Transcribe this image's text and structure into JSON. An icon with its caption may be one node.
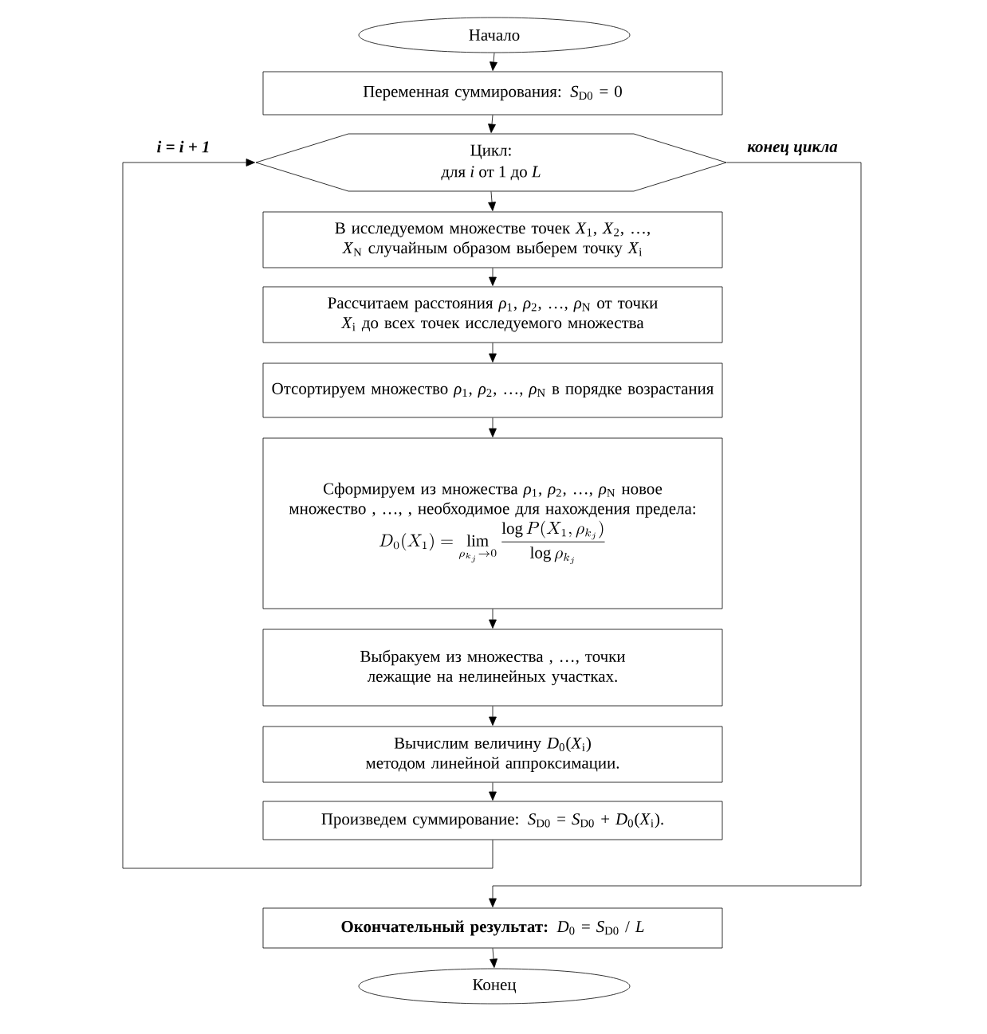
{
  "diagram": {
    "nodes": [
      {
        "text": [
          "Начало"
        ]
      },
      {
        "text": [
          "Переменная суммирования: *S*$_{D0}$ = 0"
        ]
      },
      {
        "text": [
          "Цикл:",
          "для *i* от 1 до *L*"
        ]
      },
      {
        "text": [
          "В исследуемом множестве точек *X*$_{1}$, *X*$_{2}$, …, *X*$_{N}$ случайным образом выберем точку *X*$_{i}$"
        ]
      },
      {
        "text": [
          "Рассчитаем расстояния *ρ*$_{1}$, *ρ*$_{2}$, …, *ρ*$_{N}$ от точки *X*$_{i}$ до всех точек исследуемого множества"
        ]
      },
      {
        "text": [
          "Отсортируем множество *ρ*$_{1}$, *ρ*$_{2}$, …, *ρ*$_{N}$ в порядке возрастания"
        ]
      },
      {
        "text": [
          "Сформируем из множества *ρ*$_{1}$, *ρ*$_{2}$, …, *ρ*$_{N}$ новое множество , …, , необходимое для нахождения предела:",
          "D_0(X_1) = \\lim_{\\rho_{k_j} \\to 0} \\frac{\\log P(X_1, \\rho_{k_j})}{\\log \\rho_{k_j}}"
        ]
      },
      {
        "text": [
          "Выбракуем из множества , …, точки лежащие на нелинейных участках."
        ]
      },
      {
        "text": [
          "Вычислим величину *D*$_{0}$(*X*$_{i}$) методом линейной аппроксимации."
        ]
      },
      {
        "text": [
          "Произведем суммирование: *S*$_{D0}$ = *S*$_{D0}$ + *D*$_{0}$(*X*$_{i}$)."
        ]
      },
      {
        "text": [
          "**Окончательный результат:** *D*$_{0}$ = *S*$_{D0}$ / *L*"
        ]
      },
      {
        "text": [
          "Конец"
        ]
      }
    ],
    "edges": [
      {
        "from": 0,
        "to": 1,
        "arrow": "to"
      },
      {
        "from": 1,
        "to": 2,
        "arrow": "to"
      },
      {
        "from": 2,
        "to": 3,
        "arrow": "to"
      },
      {
        "from": 3,
        "to": 4,
        "arrow": "to"
      },
      {
        "from": 4,
        "to": 5,
        "arrow": "to"
      },
      {
        "from": 5,
        "to": 6,
        "arrow": "to"
      },
      {
        "from": 6,
        "to": 7,
        "arrow": "to"
      },
      {
        "from": 7,
        "to": 8,
        "arrow": "to"
      },
      {
        "from": 8,
        "to": 9,
        "arrow": "to"
      },
      {
        "from": 9,
        "to": 2,
        "arrow": "to",
        "label": "i = i + 1"
      },
      {
        "from": 2,
        "to": 10,
        "arrow": "to",
        "label": "конец цикла"
      },
      {
        "from": 10,
        "to": 11,
        "arrow": "to"
      }
    ]
  }
}
